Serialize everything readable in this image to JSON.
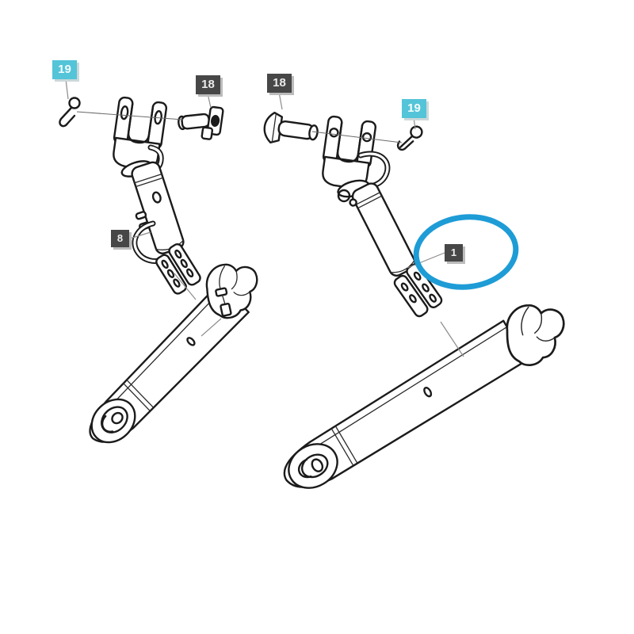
{
  "diagram": {
    "description": "exploded-parts line drawing of tractor three-point hitch lift links and lower arms",
    "background": "#ffffff",
    "callouts": [
      {
        "ref": "19",
        "style": "cyan",
        "position": "left-group-top"
      },
      {
        "ref": "18",
        "style": "dark",
        "position": "left-group-top"
      },
      {
        "ref": "18",
        "style": "dark",
        "position": "right-group-top"
      },
      {
        "ref": "19",
        "style": "cyan",
        "position": "right-group-top"
      },
      {
        "ref": "8",
        "style": "dark",
        "position": "left-group-middle"
      },
      {
        "ref": "1",
        "style": "dark",
        "position": "inside-highlight"
      }
    ],
    "highlight": {
      "shape": "ellipse",
      "stroke": "#1e9cd6",
      "stroke_width": 7
    },
    "colors": {
      "cyan_label_bg": "#54c4d8",
      "dark_label_bg": "#474747",
      "label_text": "#ffffff",
      "line_art": "#1b1b1b",
      "leader_line": "#8c8c8c"
    }
  }
}
